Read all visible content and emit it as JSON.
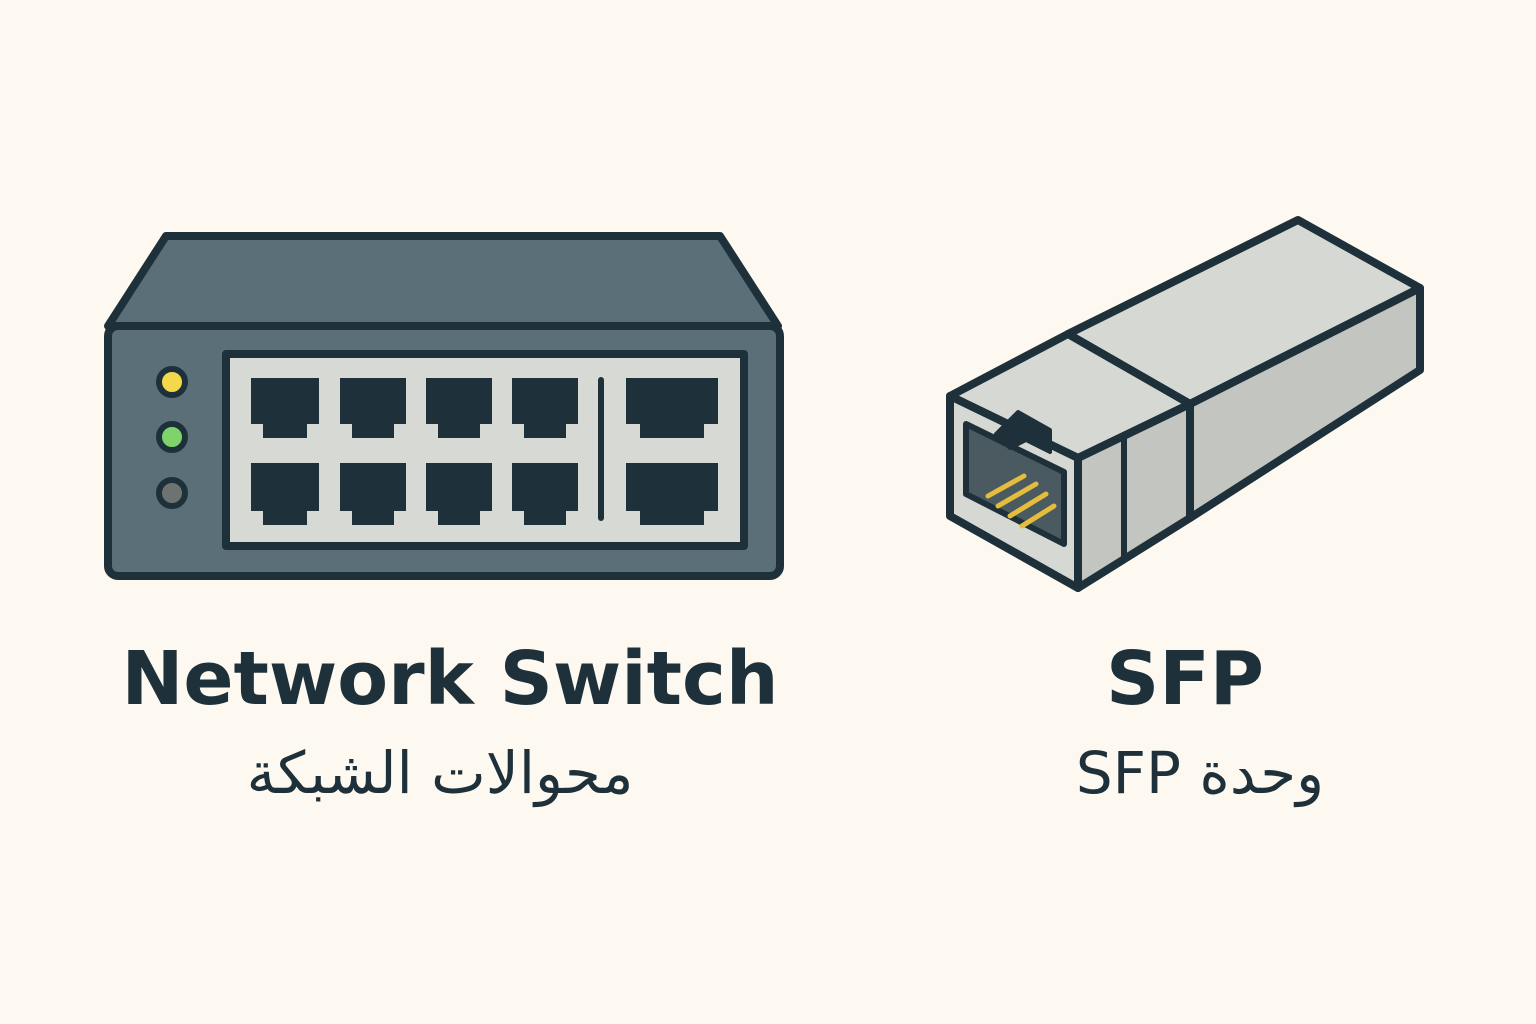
{
  "colors": {
    "background": "#fdf9f1",
    "outline": "#1e313b",
    "switch_body": "#5b6f79",
    "switch_panel": "#d6d9d4",
    "port": "#1e313b",
    "led_yellow": "#f2d84a",
    "led_green": "#7ed36a",
    "led_off": "#6e7372",
    "sfp_light": "#d6d8d3",
    "sfp_dark": "#c2c5c0",
    "sfp_contacts": "#e5bd3c"
  },
  "icons": {
    "switch": "network-switch-icon",
    "sfp": "sfp-module-icon"
  },
  "devices": [
    {
      "title": "Network Switch",
      "subtitle": "محوالات الشبكة"
    },
    {
      "title": "SFP",
      "subtitle": "وحدة SFP"
    }
  ]
}
